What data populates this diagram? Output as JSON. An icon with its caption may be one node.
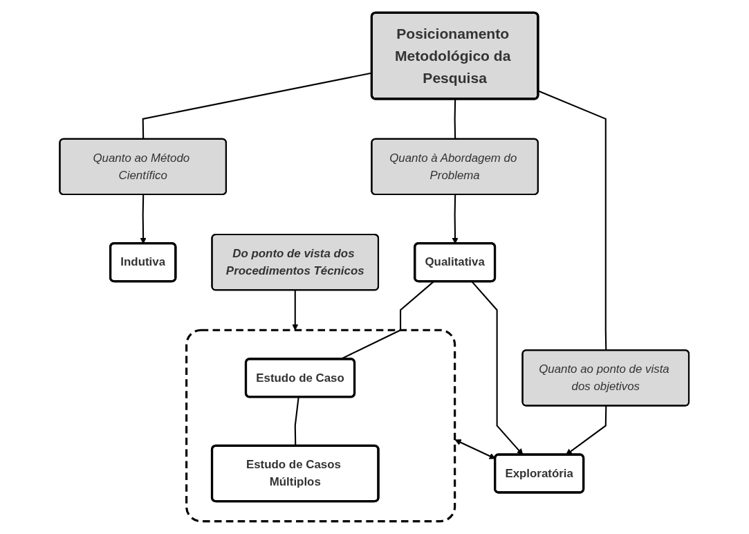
{
  "diagram": {
    "nodes": [
      {
        "text": [
          "Posicionamento Metodológico da Pesquisa"
        ]
      },
      {
        "text": [
          "Quanto ao Método Científico"
        ]
      },
      {
        "text": [
          "Quanto à Abordagem do Problema"
        ]
      },
      {
        "text": [
          "Quanto ao ponto de vista dos objetivos"
        ]
      },
      {
        "text": [
          "Indutiva"
        ]
      },
      {
        "text": [
          "Qualitativa"
        ]
      },
      {
        "text": [
          "Exploratória"
        ]
      },
      {
        "text": [],
        "shape": "box"
      },
      {
        "text": [
          "Estudo de Caso"
        ],
        "in": 7
      },
      {
        "text": [
          "Estudo de Casos Múltiplos"
        ],
        "in": 7
      },
      {
        "text": [
          "Do ponto de vista dos Procedimentos Técnicos"
        ]
      }
    ],
    "edges": [
      {
        "from": 0,
        "to": 1,
        "arrow": "none"
      },
      {
        "from": 0,
        "to": 2,
        "arrow": "none"
      },
      {
        "from": 0,
        "to": 3,
        "arrow": "none"
      },
      {
        "from": 1,
        "to": 4,
        "arrow": "to"
      },
      {
        "from": 2,
        "to": 5,
        "arrow": "to"
      },
      {
        "from": 3,
        "to": 6,
        "arrow": "to"
      },
      {
        "from": 5,
        "to": 6,
        "arrow": "to"
      },
      {
        "from": 7,
        "to": 6,
        "arrow": "both"
      },
      {
        "from": 5,
        "to": 8,
        "arrow": "none"
      },
      {
        "from": 8,
        "to": 9,
        "arrow": "none"
      },
      {
        "from": 10,
        "to": 7,
        "arrow": "to"
      }
    ]
  }
}
